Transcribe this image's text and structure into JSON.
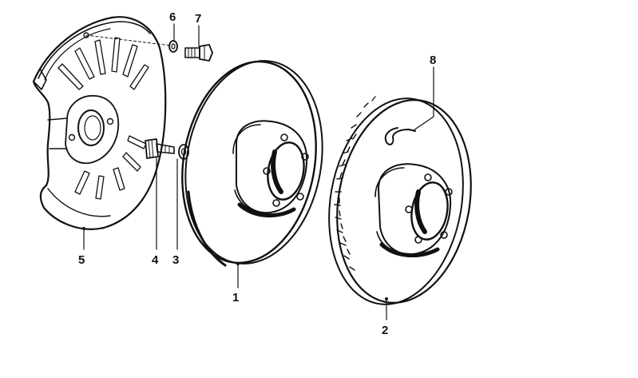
{
  "colors": {
    "ink": "#111111",
    "paper": "#ffffff"
  },
  "callouts": [
    {
      "id": "1",
      "label": "1",
      "part": "solid-brake-disc"
    },
    {
      "id": "2",
      "label": "2",
      "part": "vented-brake-disc"
    },
    {
      "id": "3",
      "label": "3",
      "part": "washer"
    },
    {
      "id": "4",
      "label": "4",
      "part": "stud"
    },
    {
      "id": "5",
      "label": "5",
      "part": "dust-shield"
    },
    {
      "id": "6",
      "label": "6",
      "part": "washer"
    },
    {
      "id": "7",
      "label": "7",
      "part": "bolt"
    },
    {
      "id": "8",
      "label": "8",
      "part": "wear-indicator-clip"
    }
  ]
}
